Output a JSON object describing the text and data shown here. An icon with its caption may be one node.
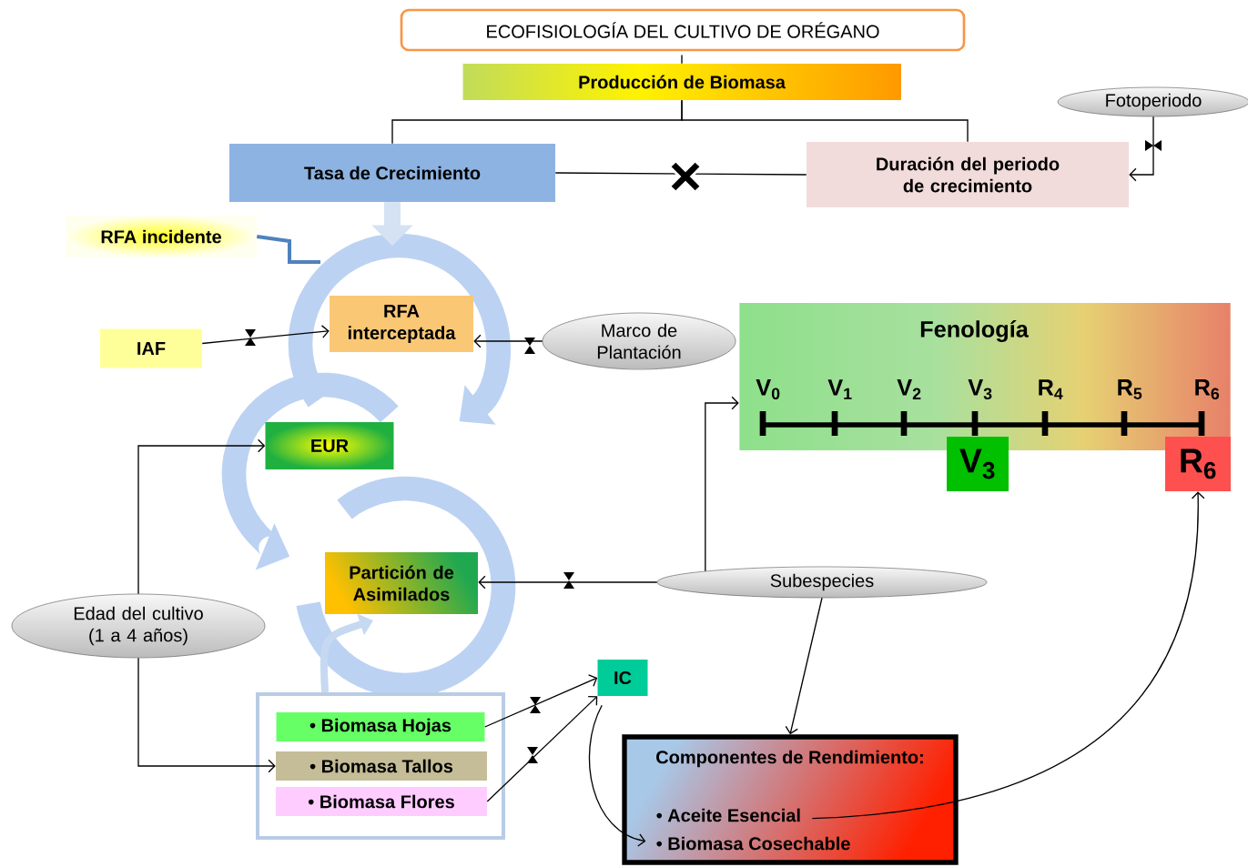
{
  "diagram": {
    "title": "ECOFISIOLOGÍA DEL CULTIVO DE ORÉGANO",
    "nodes": [
      {
        "text": [
          "Producción de Biomasa"
        ]
      },
      {
        "text": [
          "Tasa de Crecimiento"
        ]
      },
      {
        "text": [
          "Duración del periodo de crecimiento"
        ]
      },
      {
        "text": [
          "Fotoperiodo"
        ]
      },
      {
        "text": [
          "RFA incidente"
        ]
      },
      {
        "text": [
          "RFA interceptada"
        ]
      },
      {
        "text": [
          "IAF"
        ]
      },
      {
        "text": [
          "Marco de Plantación"
        ]
      },
      {
        "text": [
          "EUR"
        ]
      },
      {
        "text": [
          "Fenología",
          "V$_{0}$",
          "V$_{1}$",
          "V$_{2}$",
          "V$_{3}$",
          "R$_{4}$",
          "R$_{5}$",
          "R$_{6}$"
        ]
      },
      {
        "text": [
          "V$_{3}$"
        ]
      },
      {
        "text": [
          "R$_{6}$"
        ]
      },
      {
        "text": [
          "Partición de Asimilados"
        ]
      },
      {
        "text": [
          "Subespecies"
        ]
      },
      {
        "text": [
          "Edad del cultivo (1 a 4 años)"
        ]
      },
      {
        "text": [],
        "shape": "box"
      },
      {
        "text": [
          "• Biomasa Hojas"
        ],
        "in": 15
      },
      {
        "text": [
          "• Biomasa Tallos"
        ],
        "in": 15
      },
      {
        "text": [
          "• Biomasa Flores"
        ],
        "in": 15
      },
      {
        "text": [
          "IC"
        ]
      },
      {
        "text": [
          "Componentes de Rendimiento:",
          "• Aceite Esencial",
          "• Biomasa Cosechable"
        ]
      }
    ],
    "edges": [
      {
        "from": null,
        "to": 0,
        "arrow": "none"
      },
      {
        "from": 0,
        "to": 1,
        "arrow": "none"
      },
      {
        "from": 0,
        "to": 2,
        "arrow": "none"
      },
      {
        "from": 1,
        "to": 2,
        "arrow": "none"
      },
      {
        "from": 3,
        "to": 2,
        "arrow": "to"
      },
      {
        "from": 4,
        "to": null,
        "arrow": "none",
        "style": "thick",
        "color": "#4f81bd"
      },
      {
        "from": 6,
        "to": 5,
        "arrow": "to"
      },
      {
        "from": 7,
        "to": 5,
        "arrow": "to"
      },
      {
        "from": 14,
        "to": 8,
        "arrow": "to"
      },
      {
        "from": 14,
        "to": 17,
        "arrow": "to"
      },
      {
        "from": 13,
        "to": 12,
        "arrow": "to"
      },
      {
        "from": 13,
        "to": 9,
        "arrow": "to"
      },
      {
        "from": 13,
        "to": 20,
        "arrow": "to"
      },
      {
        "from": 16,
        "to": 19,
        "arrow": "to"
      },
      {
        "from": 18,
        "to": 19,
        "arrow": "to"
      },
      {
        "from": 19,
        "to": 20,
        "arrow": "to"
      },
      {
        "from": 20,
        "to": 11,
        "arrow": "to"
      },
      {
        "from": 1,
        "to": null,
        "arrow": "to",
        "style": "thick",
        "color": "#d5e2f3"
      },
      {
        "from": 15,
        "to": 12,
        "arrow": "to",
        "style": "thick",
        "color": "#c6d9f1"
      }
    ]
  }
}
